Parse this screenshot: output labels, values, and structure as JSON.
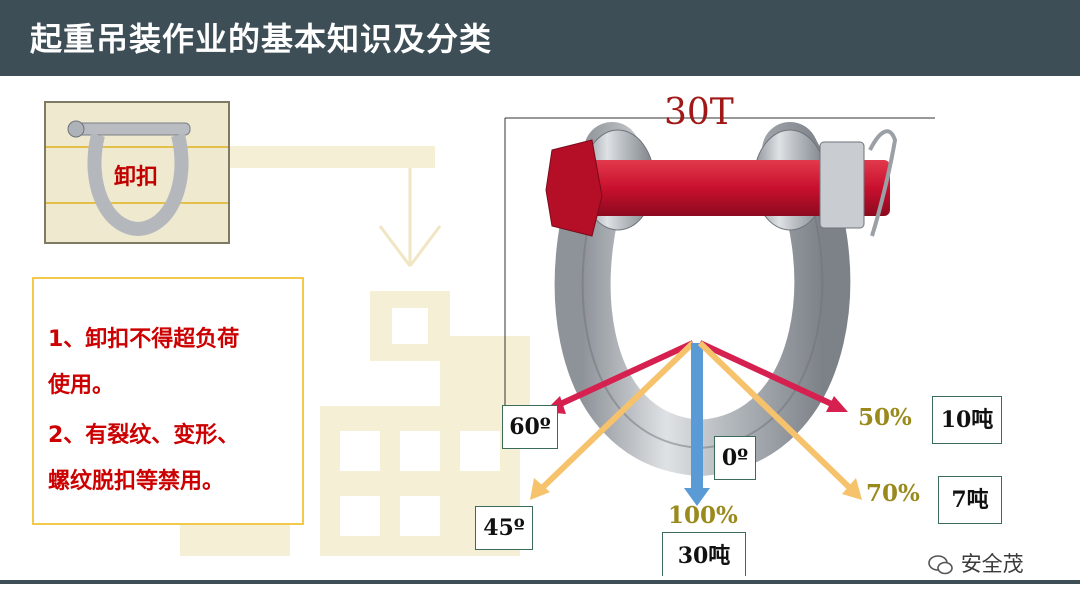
{
  "header": {
    "title": "起重吊装作业的基本知识及分类"
  },
  "thumbnail": {
    "label": "卸扣"
  },
  "rules": {
    "line1": "1、卸扣不得超负荷",
    "line2": "使用。",
    "line3": "2、有裂纹、变形、",
    "line4": "螺纹脱扣等禁用。"
  },
  "diagram": {
    "capacity": "30T",
    "angles": {
      "a60": "60º",
      "a45": "45º",
      "a0": "0º"
    },
    "percents": {
      "p50": "50%",
      "p70": "70%",
      "p100": "100%"
    },
    "loads": {
      "l10": "10吨",
      "l7": "7吨",
      "l30": "30吨"
    }
  },
  "colors": {
    "header_bg": "#3d4e56",
    "text_red": "#cc0000",
    "percent_olive": "#9a8a1c",
    "pin_red": "#c8102e",
    "arrow_blue": "#5b9bd5",
    "arrow_orange": "#f6c26b",
    "arrow_crimson": "#d6204f"
  },
  "watermark": {
    "text": "安全茂"
  }
}
